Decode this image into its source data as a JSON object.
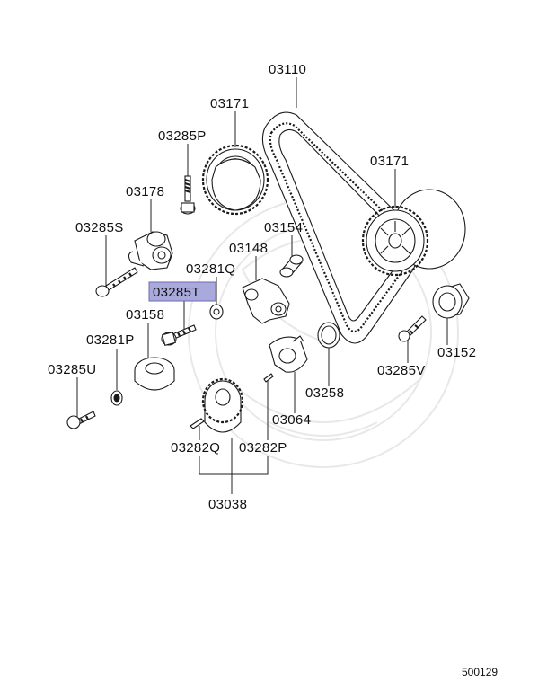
{
  "diagram": {
    "labels": {
      "p03110": "03110",
      "p03171_left": "03171",
      "p03171_right": "03171",
      "p03285P": "03285P",
      "p03178": "03178",
      "p03285S": "03285S",
      "p03154": "03154",
      "p03148": "03148",
      "p03281Q": "03281Q",
      "p03285T": "03285T",
      "p03158": "03158",
      "p03281P": "03281P",
      "p03285U": "03285U",
      "p03152": "03152",
      "p03285V": "03285V",
      "p03258": "03258",
      "p03064": "03064",
      "p03282Q": "03282Q",
      "p03282P": "03282P",
      "p03038": "03038"
    },
    "highlighted_part": "03285T",
    "highlight_color": "#a9a9dc",
    "reference_number": "500129"
  }
}
